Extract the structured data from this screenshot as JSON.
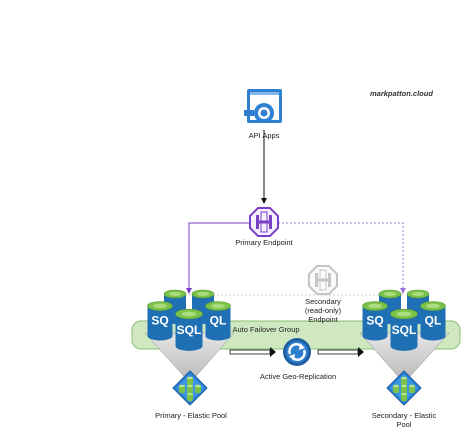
{
  "watermark": "markpatton.cloud",
  "nodes": {
    "api_apps": "API Apps",
    "primary_endpoint": "Primary Endpoint",
    "secondary_endpoint": "Secondary\n(read-only)\nEndpoint",
    "failover_group": "Auto Failover Group",
    "geo_replication": "Active Geo-Replication",
    "primary_pool": "Primary - Elastic Pool",
    "secondary_pool": "Secondary - Elastic\nPool"
  },
  "sql_labels": {
    "left": "SQ",
    "center": "SQL",
    "right": "QL"
  },
  "colors": {
    "primary_link": "#7a3fc8",
    "secondary_link": "#9a74d6",
    "group_fill": "#cfe8c2",
    "group_stroke": "#8abf6e",
    "sql_blue": "#1f6fb5",
    "sql_top": "#7bc24a",
    "pool_blue": "#2a7fd4",
    "icon_blue": "#2f7fd0"
  },
  "icons": {
    "api": "api-apps-icon",
    "endpoint": "traffic-manager-icon",
    "replication": "geo-replication-icon",
    "sql": "sql-database-icon",
    "pool": "elastic-pool-icon"
  }
}
